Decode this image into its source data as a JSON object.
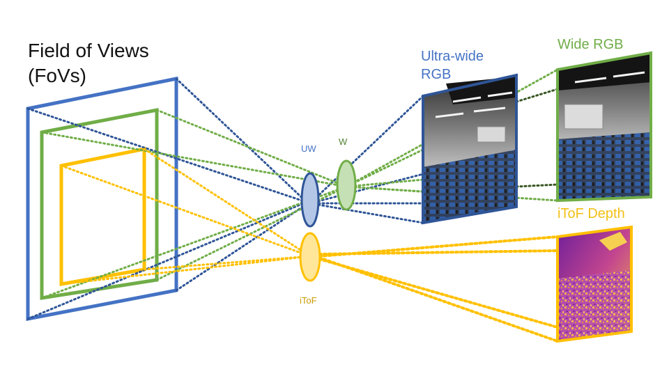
{
  "title_line1": "Field of Views",
  "title_line2": "(FoVs)",
  "labels": {
    "ultra_wide_line1": "Ultra-wide",
    "ultra_wide_line2": "RGB",
    "wide": "Wide RGB",
    "itof": "iToF Depth",
    "uw_lens": "UW",
    "w_lens": "W",
    "itof_lens": "iToF"
  },
  "colors": {
    "ultra_wide": "#4472c4",
    "wide": "#70ad47",
    "itof": "#ffc000",
    "lens_uw_fill": "#b4c7e7",
    "lens_w_fill": "#c5e0b4",
    "lens_itof_fill": "#ffe699"
  }
}
